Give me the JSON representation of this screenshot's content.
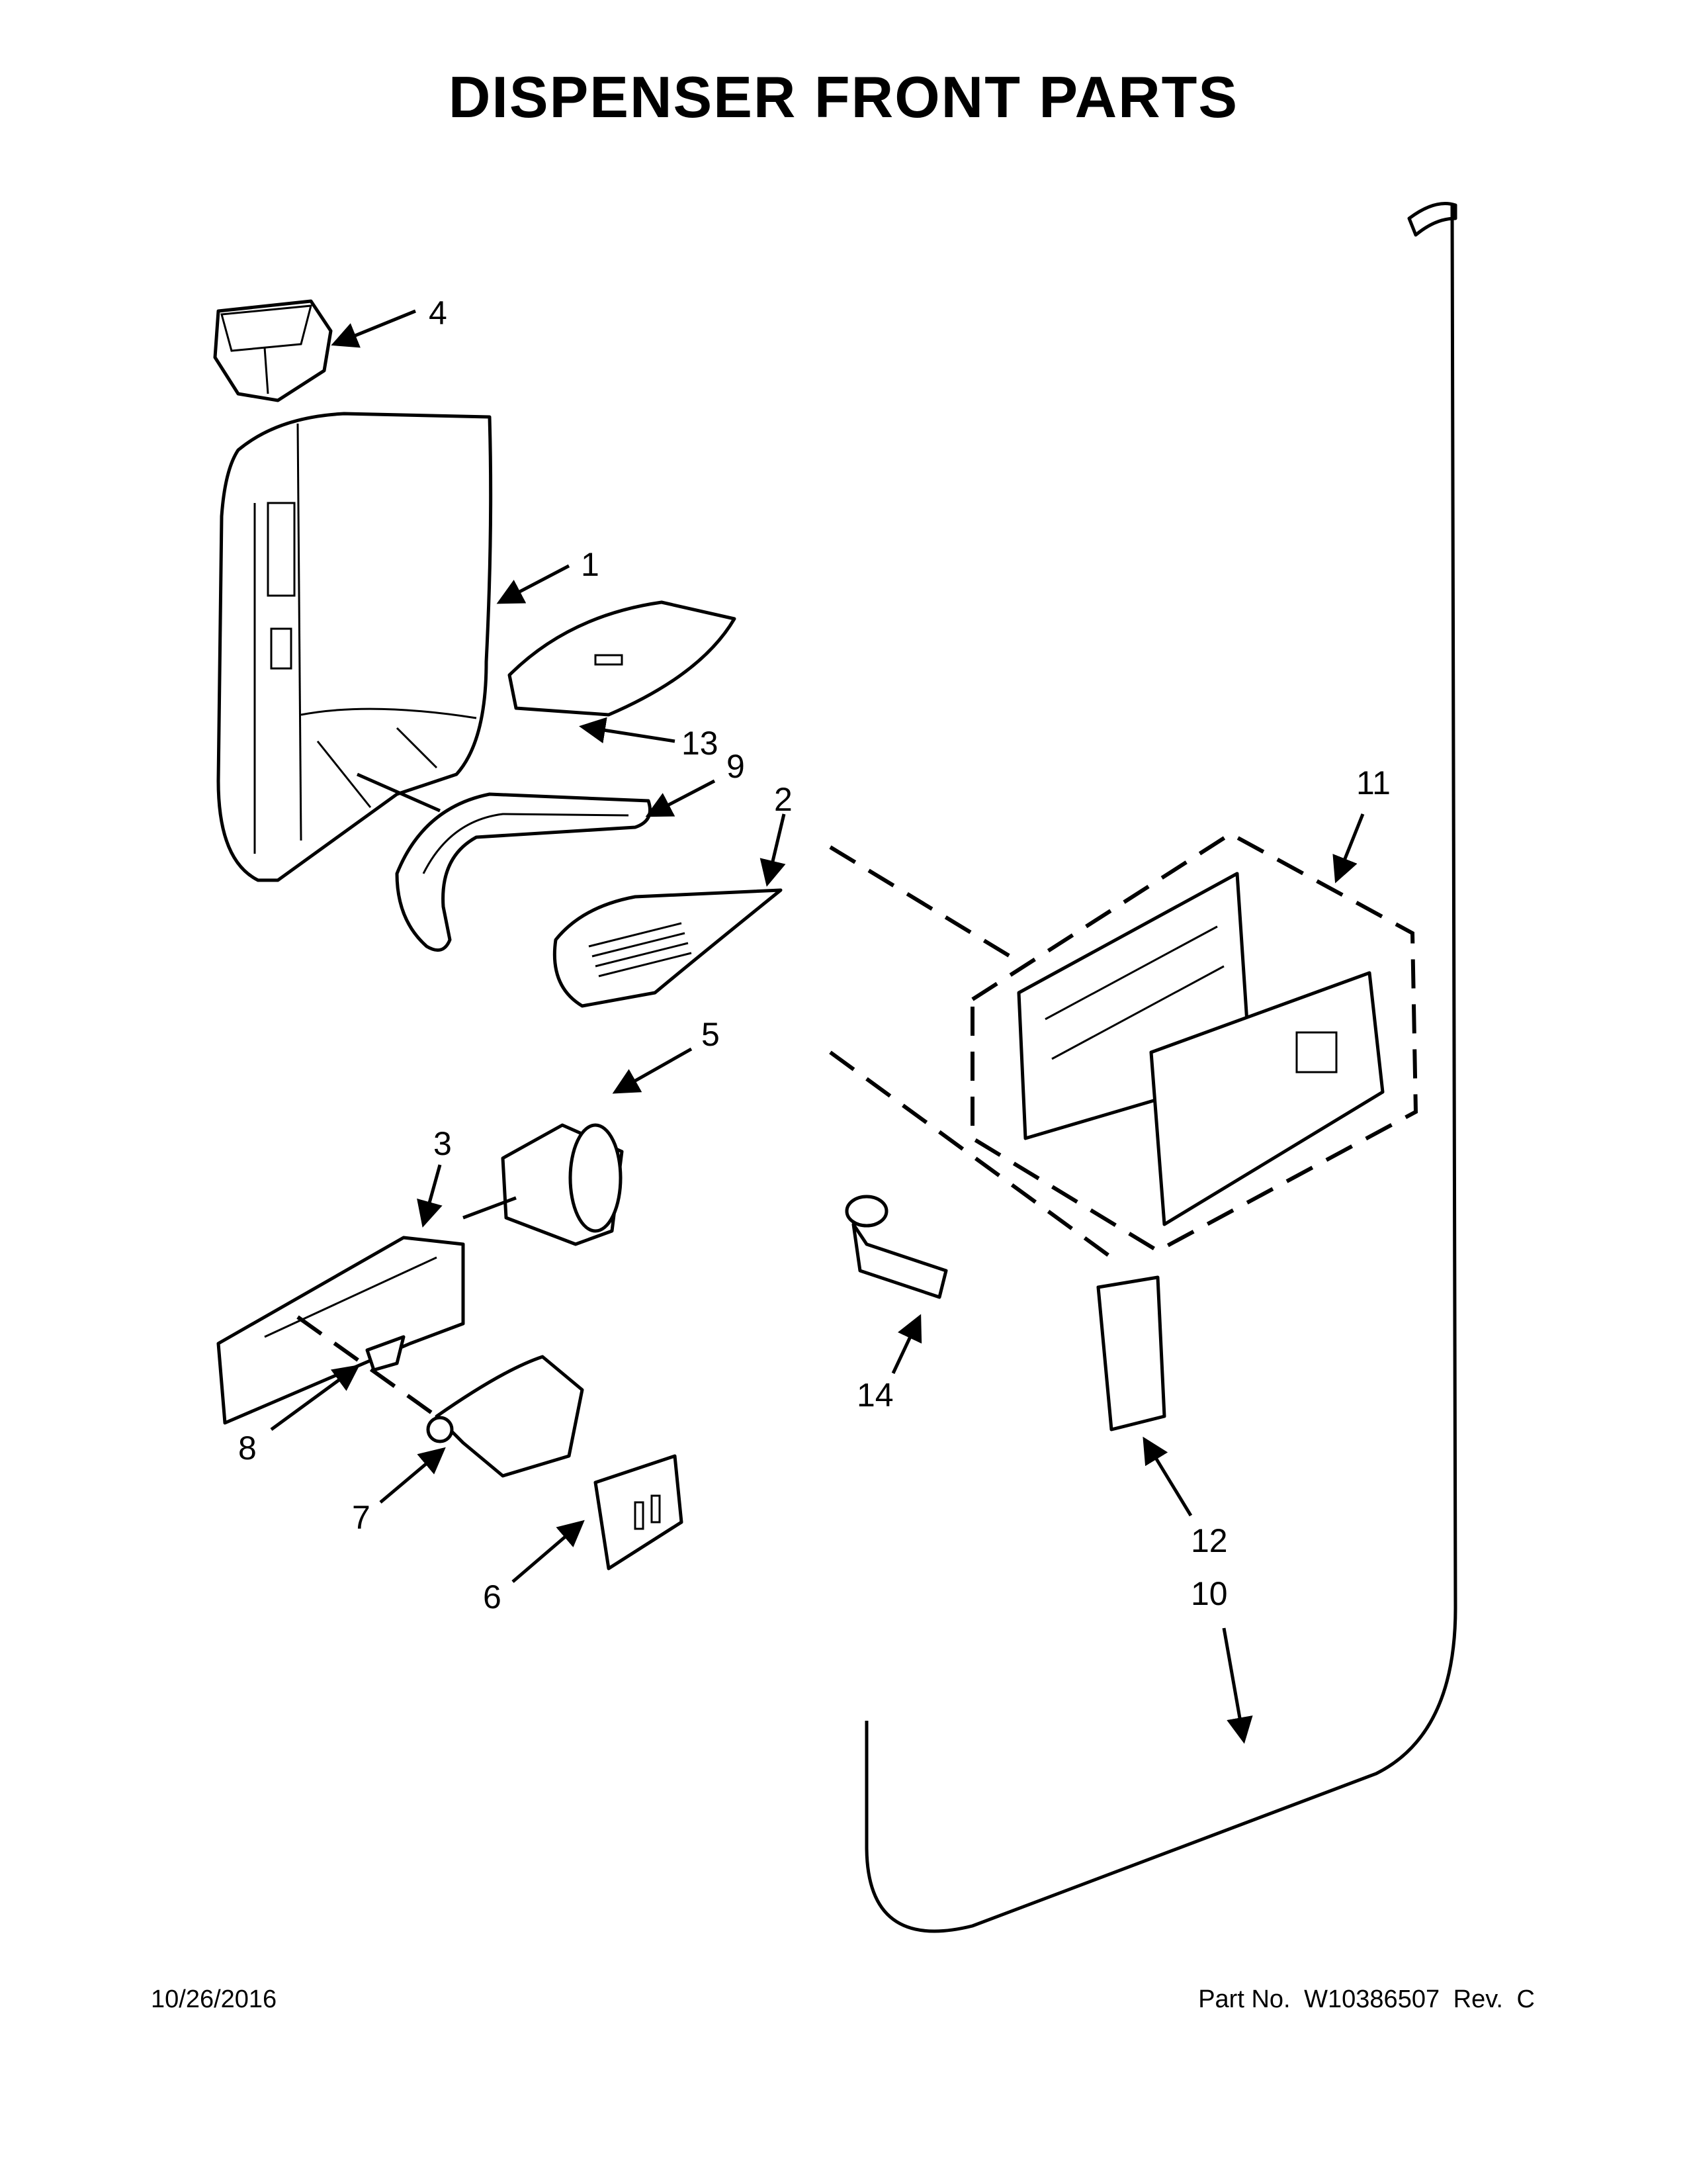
{
  "title": "DISPENSER FRONT PARTS",
  "footer": {
    "date": "10/26/2016",
    "part_no_label": "Part No.",
    "part_no": "W10386507",
    "rev_label": "Rev.",
    "rev": "C"
  },
  "callouts": [
    "1",
    "2",
    "3",
    "4",
    "5",
    "6",
    "7",
    "8",
    "9",
    "10",
    "11",
    "12",
    "13",
    "14"
  ]
}
